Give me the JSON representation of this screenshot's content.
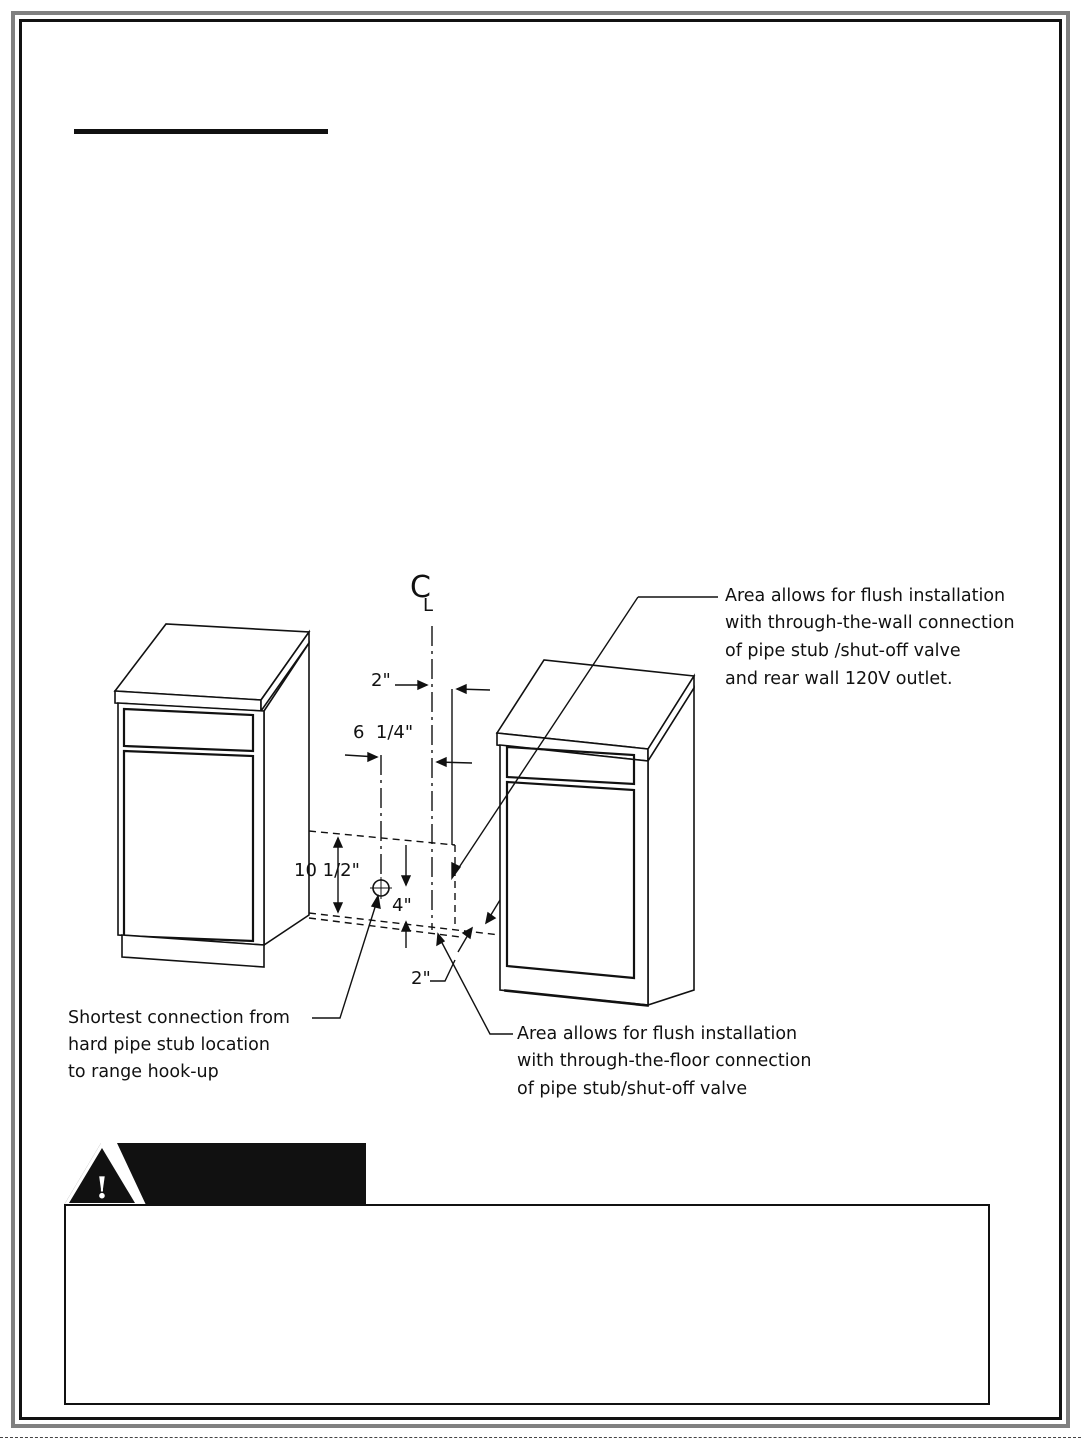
{
  "diagram": {
    "centerline_symbol": {
      "c": "C",
      "l": "L"
    },
    "dimensions": {
      "top_offset": "2\"",
      "stub_offset": "6  1/4\"",
      "stub_height": "10 1/2\"",
      "stub_vertical": "4\"",
      "floor_offset": "2\""
    },
    "callouts": {
      "wall_area": [
        "Area allows for flush installation",
        "with through-the-wall connection",
        "of pipe stub /shut-off valve",
        "and rear wall 120V outlet."
      ],
      "floor_area": [
        "Area allows for flush installation",
        "with through-the-floor connection",
        "of pipe stub/shut-off valve"
      ],
      "shortest_connection": [
        "Shortest connection from",
        "hard pipe stub location",
        "to range hook-up"
      ]
    }
  },
  "warning": {
    "icon": "warning-exclamation-icon",
    "symbol": "!"
  },
  "colors": {
    "frame_outer": "#808080",
    "ink": "#111111",
    "background": "#ffffff"
  }
}
